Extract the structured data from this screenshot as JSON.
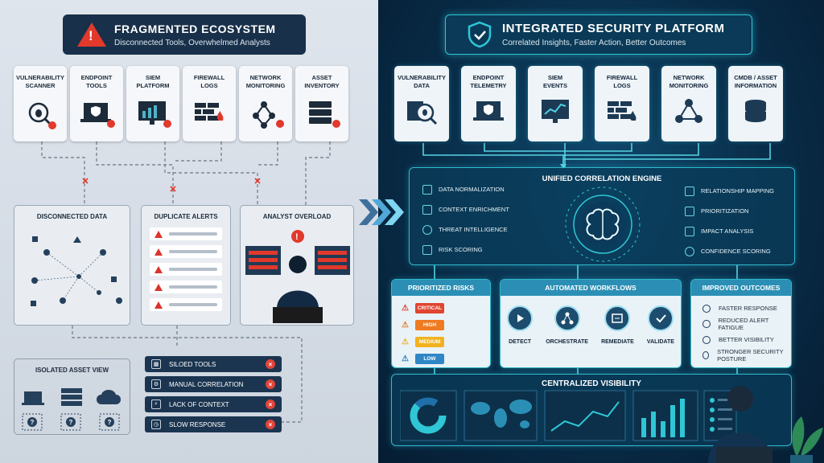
{
  "left": {
    "title": "FRAGMENTED ECOSYSTEM",
    "subtitle": "Disconnected Tools, Overwhelmed Analysts",
    "tools": [
      {
        "line1": "VULNERABILITY",
        "line2": "SCANNER",
        "icon": "bug-magnifier-icon"
      },
      {
        "line1": "ENDPOINT",
        "line2": "TOOLS",
        "icon": "laptop-shield-icon"
      },
      {
        "line1": "SIEM",
        "line2": "PLATFORM",
        "icon": "monitor-chart-icon"
      },
      {
        "line1": "FIREWALL",
        "line2": "LOGS",
        "icon": "firewall-icon"
      },
      {
        "line1": "NETWORK",
        "line2": "MONITORING",
        "icon": "network-icon"
      },
      {
        "line1": "ASSET",
        "line2": "INVENTORY",
        "icon": "server-icon"
      }
    ],
    "panels": {
      "disconnected": "DISCONNECTED DATA",
      "duplicate": "DUPLICATE ALERTS",
      "overload": "ANALYST OVERLOAD",
      "isolated": "ISOLATED ASSET VIEW"
    },
    "issues": [
      "SILOED TOOLS",
      "MANUAL CORRELATION",
      "LACK OF CONTEXT",
      "SLOW RESPONSE"
    ]
  },
  "right": {
    "title": "INTEGRATED SECURITY PLATFORM",
    "subtitle": "Correlated Insights, Faster Action, Better Outcomes",
    "tools": [
      {
        "line1": "VULNERABILITY",
        "line2": "DATA",
        "icon": "bug-magnifier-icon"
      },
      {
        "line1": "ENDPOINT",
        "line2": "TELEMETRY",
        "icon": "laptop-shield-icon"
      },
      {
        "line1": "SIEM",
        "line2": "EVENTS",
        "icon": "monitor-chart-icon"
      },
      {
        "line1": "FIREWALL",
        "line2": "LOGS",
        "icon": "firewall-icon"
      },
      {
        "line1": "NETWORK",
        "line2": "MONITORING",
        "icon": "network-icon"
      },
      {
        "line1": "CMDB / ASSET",
        "line2": "INFORMATION",
        "icon": "database-icon"
      }
    ],
    "engine": {
      "title": "UNIFIED CORRELATION ENGINE",
      "left_features": [
        "DATA NORMALIZATION",
        "CONTEXT ENRICHMENT",
        "THREAT INTELLIGENCE",
        "RISK SCORING"
      ],
      "right_features": [
        "RELATIONSHIP MAPPING",
        "PRIORITIZATION",
        "IMPACT ANALYSIS",
        "CONFIDENCE SCORING"
      ]
    },
    "risks": {
      "title": "PRIORITIZED RISKS",
      "levels": [
        {
          "label": "CRITICAL",
          "color": "#e0452f"
        },
        {
          "label": "HIGH",
          "color": "#ee7a22"
        },
        {
          "label": "MEDIUM",
          "color": "#f2b21f"
        },
        {
          "label": "LOW",
          "color": "#2f87c5"
        }
      ]
    },
    "workflows": {
      "title": "AUTOMATED WORKFLOWS",
      "steps": [
        "DETECT",
        "ORCHESTRATE",
        "REMEDIATE",
        "VALIDATE"
      ]
    },
    "outcomes": {
      "title": "IMPROVED OUTCOMES",
      "items": [
        "FASTER RESPONSE",
        "REDUCED ALERT FATIGUE",
        "BETTER VISIBILITY",
        "STRONGER SECURITY POSTURE"
      ]
    },
    "visibility": {
      "title": "CENTRALIZED VISIBILITY"
    }
  },
  "colors": {
    "accent": "#2fc6d6",
    "alert": "#e1392c",
    "navy": "#183049"
  }
}
